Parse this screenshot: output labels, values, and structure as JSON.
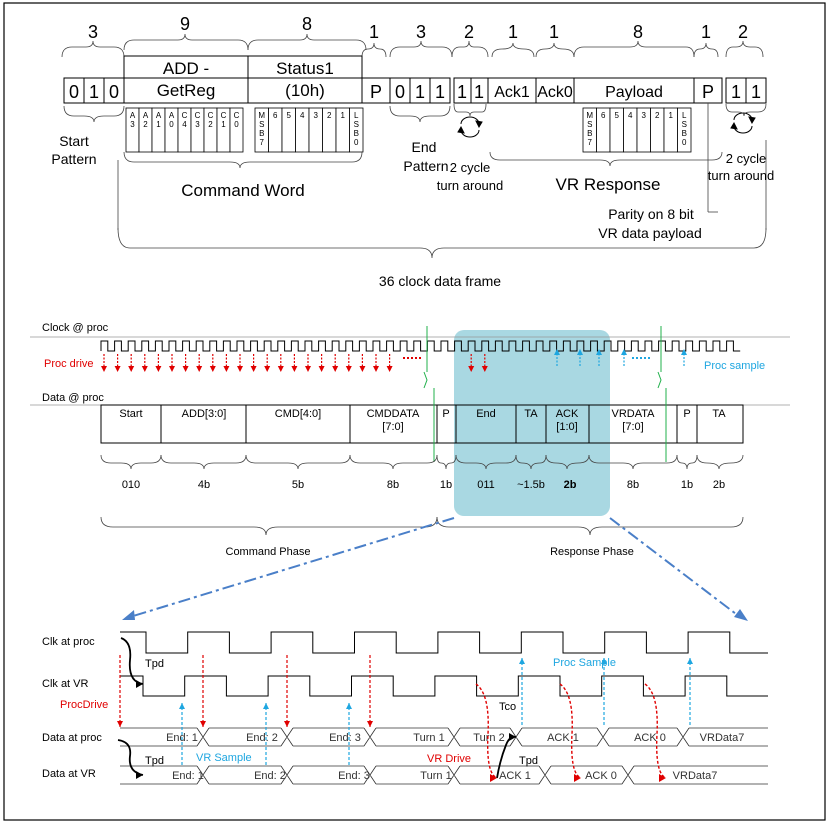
{
  "top_frame": {
    "bit_counts": [
      "3",
      "9",
      "8",
      "1",
      "3",
      "2",
      "1",
      "1",
      "8",
      "1",
      "2"
    ],
    "start_bits": [
      "0",
      "1",
      "0"
    ],
    "add_title_1": "ADD -",
    "add_title_2": "GetReg",
    "add_bits": [
      "A3",
      "A2",
      "A1",
      "A0",
      "C4",
      "C3",
      "C2",
      "C1",
      "C0"
    ],
    "status_title_1": "Status1",
    "status_title_2": "(10h)",
    "status_msb": "MSB7",
    "status_mid_bits": [
      "6",
      "5",
      "4",
      "3",
      "2",
      "1"
    ],
    "status_lsb": "LSB0",
    "p_label": "P",
    "end_bits": [
      "0",
      "1",
      "1"
    ],
    "turn_bits": [
      "1",
      "1"
    ],
    "ack1": "Ack1",
    "ack0": "Ack0",
    "payload": "Payload",
    "payload_msb": "MSB7",
    "payload_mid_bits": [
      "6",
      "5",
      "4",
      "3",
      "2",
      "1"
    ],
    "payload_lsb": "LSB0",
    "p2_label": "P",
    "end_turn_bits": [
      "1",
      "1"
    ],
    "start_pattern_1": "Start",
    "start_pattern_2": "Pattern",
    "end_pattern_1": "End",
    "end_pattern_2": "Pattern",
    "turnaround_1": "2 cycle",
    "turnaround_2": "turn around",
    "turnaround2_1": "2 cycle",
    "turnaround2_2": "turn around",
    "command_word": "Command Word",
    "vr_response": "VR Response",
    "parity_1": "Parity on 8 bit",
    "parity_2": "VR data payload",
    "frame_label": "36 clock data frame"
  },
  "middle": {
    "clock_label": "Clock  @ proc",
    "proc_drive": "Proc drive",
    "proc_sample": "Proc sample",
    "data_label": "Data  @ proc",
    "fields": [
      "Start",
      "ADD[3:0]",
      "CMD[4:0]",
      "CMDDATA",
      "[7:0]",
      "P",
      "End",
      "TA",
      "ACK",
      "[1:0]",
      "VRDATA",
      "[7:0]",
      "P",
      "TA"
    ],
    "widths": [
      "010",
      "4b",
      "5b",
      "8b",
      "1b",
      "011",
      "~1.5b",
      "2b",
      "8b",
      "1b",
      "2b"
    ],
    "command_phase": "Command Phase",
    "response_phase": "Response Phase",
    "colors": {
      "drive": "#e00000",
      "sample": "#1ea6e0",
      "highlight": "#8ccbd8",
      "marker": "#21b04b"
    }
  },
  "bottom": {
    "clk_proc": "Clk at proc",
    "clk_vr": "Clk at VR",
    "tpd": "Tpd",
    "tco": "Tco",
    "proc_drive": "ProcDrive",
    "proc_sample": "Proc Sample",
    "vr_sample": "VR Sample",
    "vr_drive": "VR Drive",
    "data_proc": "Data at proc",
    "data_vr": "Data at VR",
    "proc_segments": [
      "End: 1",
      "End: 2",
      "End: 3",
      "Turn 1",
      "Turn 2",
      "ACK 1",
      "ACK 0",
      "VRData7"
    ],
    "vr_segments": [
      "End: 1",
      "End: 2",
      "End: 3",
      "Turn 1",
      "ACK 1",
      "ACK 0",
      "VRData7"
    ]
  }
}
